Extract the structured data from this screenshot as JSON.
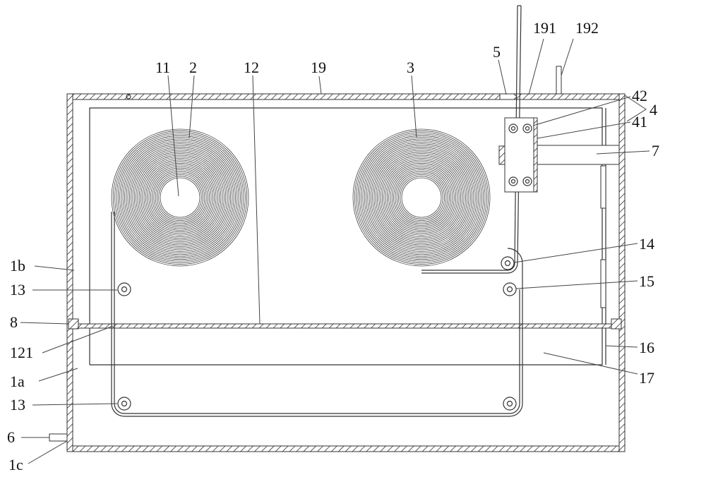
{
  "figure": {
    "labels": {
      "l11": "11",
      "l2": "2",
      "l12": "12",
      "l19": "19",
      "l3": "3",
      "l5": "5",
      "l191": "191",
      "l192": "192",
      "l42": "42",
      "l4": "4",
      "l41": "41",
      "l7": "7",
      "l1b": "1b",
      "l14": "14",
      "l13a": "13",
      "l15": "15",
      "l8": "8",
      "l121": "121",
      "l16": "16",
      "l1a": "1a",
      "l17": "17",
      "l13b": "13",
      "l6": "6",
      "l1c": "1c"
    },
    "colors": {
      "line": "#333333",
      "background": "#ffffff"
    }
  }
}
